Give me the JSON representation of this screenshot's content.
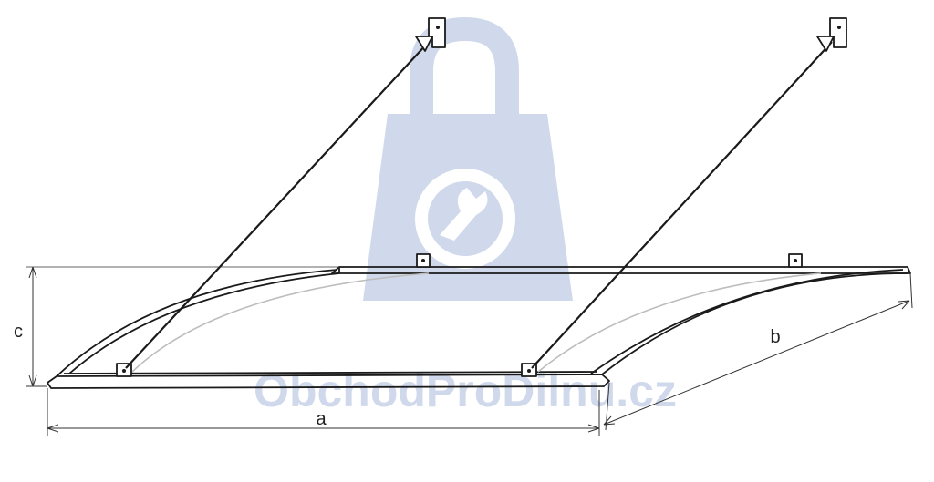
{
  "dimensions": {
    "a": "a",
    "b": "b",
    "c": "c"
  },
  "watermark": {
    "text": "ObchodProDilnu.cz",
    "icon": "shopping-bag-wrench-icon",
    "color": "#c8d3e8"
  },
  "colors": {
    "line": "#1a1a1a",
    "glass": "#bdbdbd",
    "dimension": "#333333"
  }
}
